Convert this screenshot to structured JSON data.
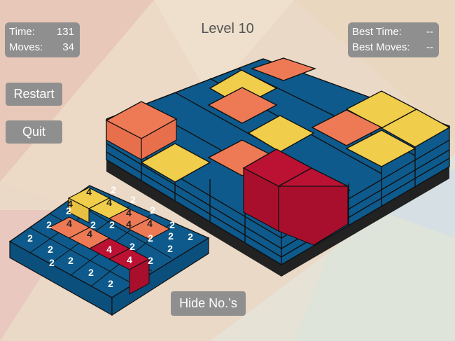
{
  "level": {
    "title": "Level 10"
  },
  "stats": {
    "time_label": "Time:",
    "time_value": "131",
    "moves_label": "Moves:",
    "moves_value": "34"
  },
  "best": {
    "time_label": "Best Time:",
    "time_value": "--",
    "moves_label": "Best Moves:",
    "moves_value": "--"
  },
  "buttons": {
    "restart": "Restart",
    "quit": "Quit",
    "hide_numbers": "Hide No.’s"
  },
  "colors": {
    "blue": "#0e5a8c",
    "orange": "#ee7a55",
    "yellow": "#f0cd4a",
    "red": "#bb1133",
    "panel": "#8f8f8f",
    "background": "#ead9c6"
  },
  "number_labels": [
    "2",
    "2",
    "2",
    "2",
    "2",
    "2",
    "2",
    "2",
    "2",
    "2",
    "2",
    "2",
    "2",
    "2",
    "2",
    "2",
    "2",
    "2",
    "2",
    "2",
    "4",
    "4",
    "4",
    "4",
    "4",
    "4",
    "4",
    "4",
    "4",
    "4"
  ]
}
